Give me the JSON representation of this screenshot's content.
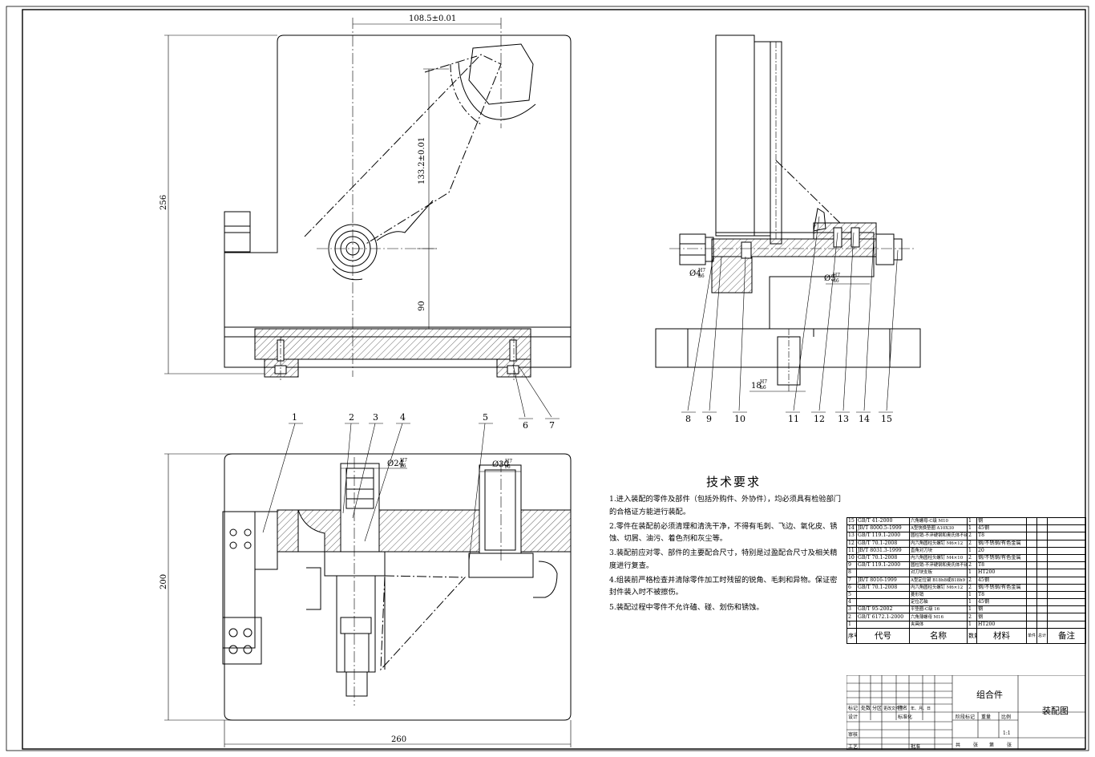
{
  "dimensions": {
    "top_width": "108.5±0.01",
    "vertical_133": "133.2±0.01",
    "vertical_90": "90",
    "height_256": "256",
    "height_200": "200",
    "width_260": "260",
    "dia_24": "Ø24",
    "dia_24_fit_top": "H7",
    "dia_24_fit_bot": "k6",
    "dia_30": "Ø30",
    "dia_30_fit_top": "H7",
    "dia_30_fit_bot": "r6",
    "dia_4": "Ø4",
    "dia_4_fit_top": "H7",
    "dia_4_fit_bot": "n6",
    "dia_5": "Ø5",
    "dia_5_fit_top": "H7",
    "dia_5_fit_bot": "n6",
    "dim_18": "18",
    "dim_18_fit_top": "H7",
    "dim_18_fit_bot": "h6"
  },
  "balloons": [
    "1",
    "2",
    "3",
    "4",
    "5",
    "6",
    "7",
    "8",
    "9",
    "10",
    "11",
    "12",
    "13",
    "14",
    "15"
  ],
  "tech_requirements": {
    "title": "技术要求",
    "items": [
      "1.进入装配的零件及部件（包括外购件、外协件），均必须具有检验部门的合格证方能进行装配。",
      "2.零件在装配前必须清理和清洗干净，不得有毛刺、飞边、氧化皮、锈蚀、切屑、油污、着色剂和灰尘等。",
      "3.装配前应对零、部件的主要配合尺寸，特别是过盈配合尺寸及相关精度进行复查。",
      "4.组装前严格检查并清除零件加工时残留的锐角、毛刺和异物。保证密封件装入时不被擦伤。",
      "5.装配过程中零件不允许磕、碰、划伤和锈蚀。"
    ]
  },
  "bom": {
    "rows": [
      [
        "15",
        "GB/T 41-2000",
        "六角螺母-C级 M10",
        "1",
        "钢"
      ],
      [
        "14",
        "JB/T 8000.5-1999",
        "A型快换垫圈 A10X30",
        "1",
        "45钢"
      ],
      [
        "13",
        "GB/T 119.1-2000",
        "圆柱销-不淬硬钢和奥氏体不锈钢 5X10",
        "2",
        "T8"
      ],
      [
        "12",
        "GB/T 70.1-2008",
        "内六角圆柱头螺钉 M6×12",
        "2",
        "钢/不锈钢/有色金属"
      ],
      [
        "11",
        "JB/T 8031.3-1999",
        "直角对刀块",
        "1",
        "20"
      ],
      [
        "10",
        "GB/T 70.1-2008",
        "内六角圆柱头螺钉 M4×10",
        "2",
        "钢/不锈钢/有色金属"
      ],
      [
        "9",
        "GB/T 119.1-2000",
        "圆柱销-不淬硬钢和奥氏体不锈钢 4X18",
        "2",
        "T8"
      ],
      [
        "8",
        "",
        "对刀块支板",
        "1",
        "HT200"
      ],
      [
        "7",
        "JB/T 8016-1999",
        "A型定位键 B18h8或B18h9",
        "2",
        "45钢"
      ],
      [
        "6",
        "GB/T 70.1-2008",
        "内六角圆柱头螺钉 M6×12",
        "2",
        "钢/不锈钢/有色金属"
      ],
      [
        "5",
        "",
        "菱形销",
        "1",
        "T8"
      ],
      [
        "4",
        "",
        "定位芯轴",
        "1",
        "45钢"
      ],
      [
        "3",
        "GB/T 95-2002",
        "平垫圈-C级 16",
        "1",
        "钢"
      ],
      [
        "2",
        "GB/T 6172.1-2000",
        "六角薄螺母 M16",
        "2",
        "钢"
      ],
      [
        "1",
        "",
        "夹具体",
        "1",
        "HT200"
      ]
    ],
    "header": {
      "seq": "序号",
      "code": "代号",
      "name": "名称",
      "qty": "数量",
      "material": "材料",
      "unit_weight": "单件",
      "total_weight": "总计",
      "weight": "重量",
      "remark": "备注"
    }
  },
  "title_block": {
    "assembly_name": "组合件",
    "drawing_name": "装配图",
    "labels": {
      "mark": "标记",
      "count": "处数",
      "zone": "分区",
      "doc_no": "更改文件号",
      "sign": "签名",
      "date": "年、月、日",
      "design": "设计",
      "standard": "标准化",
      "stage": "阶段标记",
      "weight": "重量",
      "scale": "比例",
      "scale_val": "1:1",
      "review": "审核",
      "process": "工艺",
      "approve": "批准",
      "total": "共",
      "sheet": "张",
      "page": "第",
      "page2": "张"
    }
  }
}
